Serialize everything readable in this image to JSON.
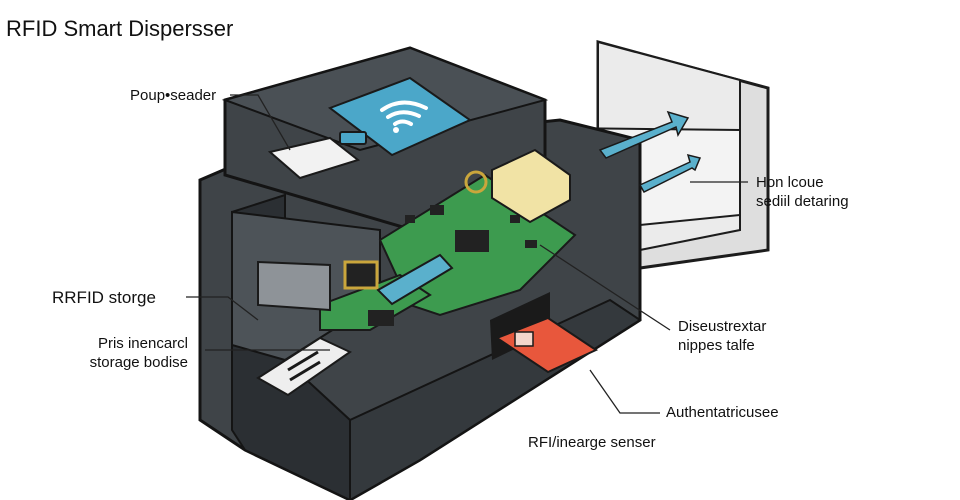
{
  "title": "RFID Smart Dispersser",
  "labels": {
    "popup_reader": "Poup•seader",
    "rfid_storage": "RRFID storge",
    "storage_line1": "Pris inencarcl",
    "storage_line2": "storage bodise",
    "hon_line1": "Hon lcoue",
    "hon_line2": "sediil detaring",
    "dispenser_line1": "Diseustrextar",
    "dispenser_line2": "nippes talfe",
    "authentication": "Authentatricusee",
    "sensor": "RFI/inearge senser"
  },
  "colors": {
    "housing": "#3f4448",
    "housing_dark": "#2b2f33",
    "screen": "#4ba7c9",
    "pcb": "#3d9b4f",
    "card": "#e8573c",
    "tray": "#d4d4d4",
    "arrow": "#5ab0cc"
  },
  "icons": [
    "wifi-icon",
    "double-arrow-icon",
    "chip-icon",
    "sim-icon"
  ]
}
